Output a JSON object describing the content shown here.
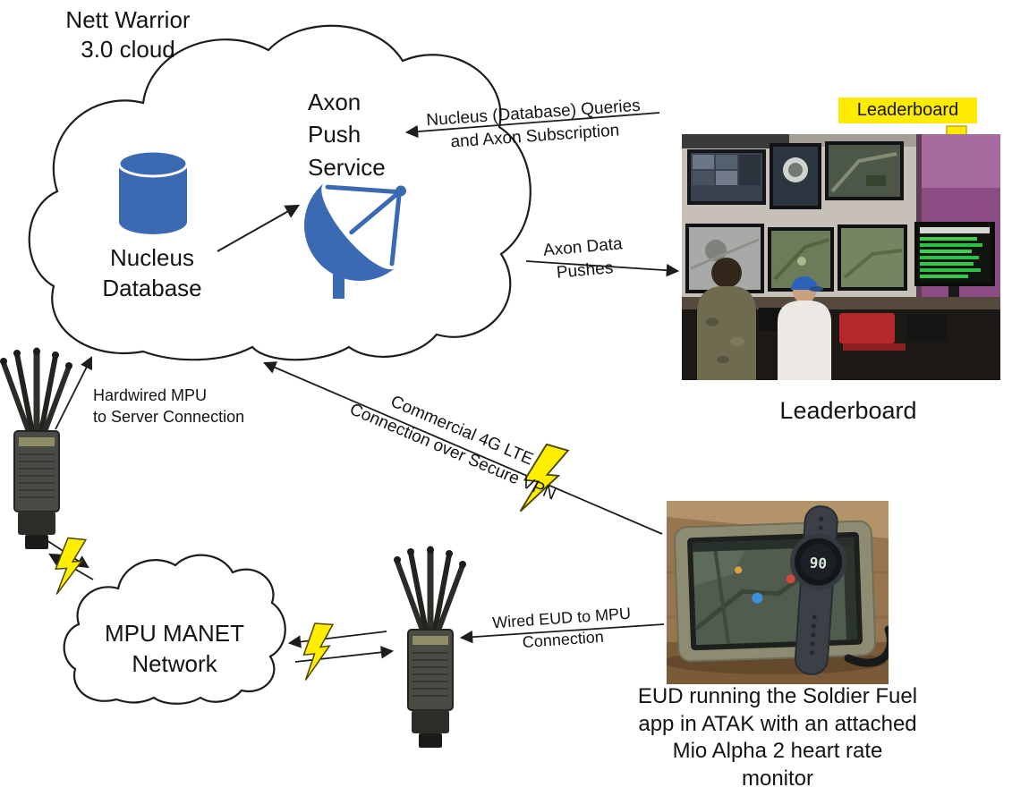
{
  "cloud": {
    "title": "Nett Warrior\n3.0 cloud",
    "database_label": "Nucleus\nDatabase",
    "service_label": "Axon\nPush\nService"
  },
  "connections": {
    "queries_label": "Nucleus (Database) Queries\nand Axon Subscription",
    "pushes_label": "Axon Data\nPushes",
    "hardwired_label": "Hardwired MPU\nto Server Connection",
    "lte_label": "Commercial 4G LTE\nConnection over Secure VPN",
    "wired_eud_label": "Wired EUD to MPU\nConnection"
  },
  "manet_cloud": {
    "label": "MPU MANET\nNetwork"
  },
  "leaderboard": {
    "tag": "Leaderboard",
    "caption": "Leaderboard"
  },
  "eud": {
    "caption": "EUD running the Soldier Fuel\napp in ATAK with an attached\nMio Alpha 2 heart rate\nmonitor",
    "watch_display": "90"
  },
  "colors": {
    "accent_blue": "#3b6ab2",
    "highlight_yellow": "#ffeb00",
    "bolt_yellow": "#ffee00",
    "arrow_black": "#1d1d1d"
  }
}
